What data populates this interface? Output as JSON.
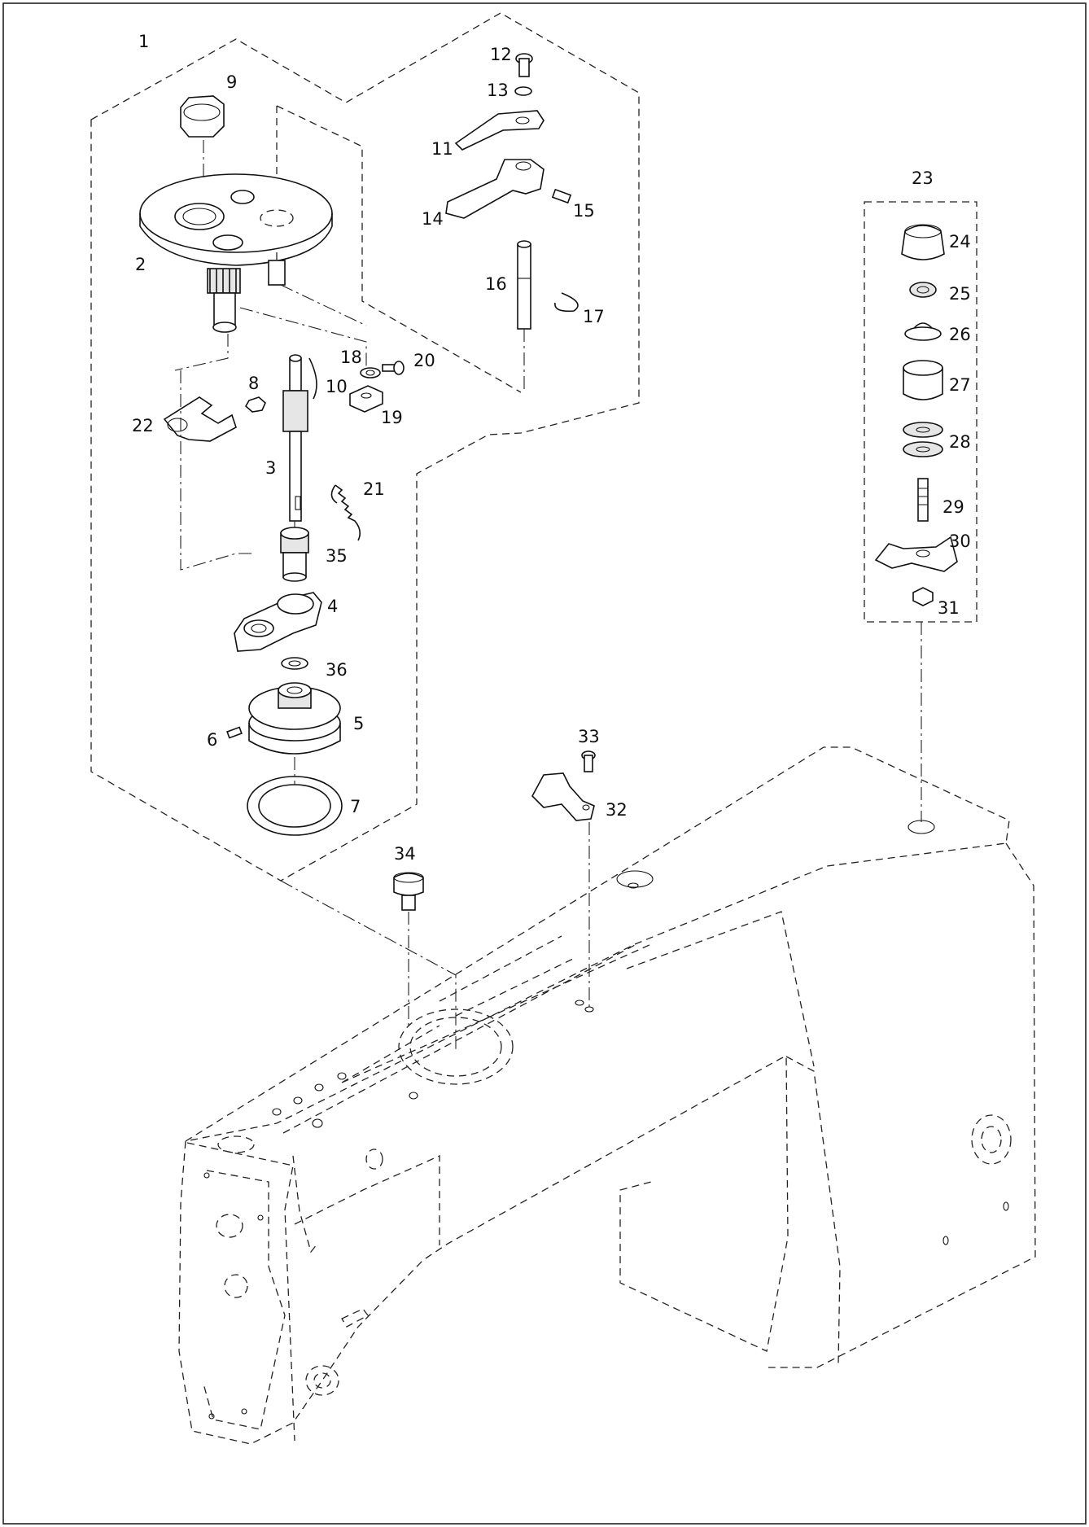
{
  "diagram": {
    "callouts": [
      {
        "id": "1",
        "text": "1"
      },
      {
        "id": "2",
        "text": "2"
      },
      {
        "id": "3",
        "text": "3"
      },
      {
        "id": "4",
        "text": "4"
      },
      {
        "id": "5",
        "text": "5"
      },
      {
        "id": "6",
        "text": "6"
      },
      {
        "id": "7",
        "text": "7"
      },
      {
        "id": "8",
        "text": "8"
      },
      {
        "id": "9",
        "text": "9"
      },
      {
        "id": "10",
        "text": "10"
      },
      {
        "id": "11",
        "text": "11"
      },
      {
        "id": "12",
        "text": "12"
      },
      {
        "id": "13",
        "text": "13"
      },
      {
        "id": "14",
        "text": "14"
      },
      {
        "id": "15",
        "text": "15"
      },
      {
        "id": "16",
        "text": "16"
      },
      {
        "id": "17",
        "text": "17"
      },
      {
        "id": "18",
        "text": "18"
      },
      {
        "id": "19",
        "text": "19"
      },
      {
        "id": "20",
        "text": "20"
      },
      {
        "id": "21",
        "text": "21"
      },
      {
        "id": "22",
        "text": "22"
      },
      {
        "id": "23",
        "text": "23"
      },
      {
        "id": "24",
        "text": "24"
      },
      {
        "id": "25",
        "text": "25"
      },
      {
        "id": "26",
        "text": "26"
      },
      {
        "id": "27",
        "text": "27"
      },
      {
        "id": "28",
        "text": "28"
      },
      {
        "id": "29",
        "text": "29"
      },
      {
        "id": "30",
        "text": "30"
      },
      {
        "id": "31",
        "text": "31"
      },
      {
        "id": "32",
        "text": "32"
      },
      {
        "id": "33",
        "text": "33"
      },
      {
        "id": "34",
        "text": "34"
      },
      {
        "id": "35",
        "text": "35"
      },
      {
        "id": "36",
        "text": "36"
      }
    ],
    "colors": {
      "ink": "#111111",
      "paper": "#ffffff"
    }
  }
}
